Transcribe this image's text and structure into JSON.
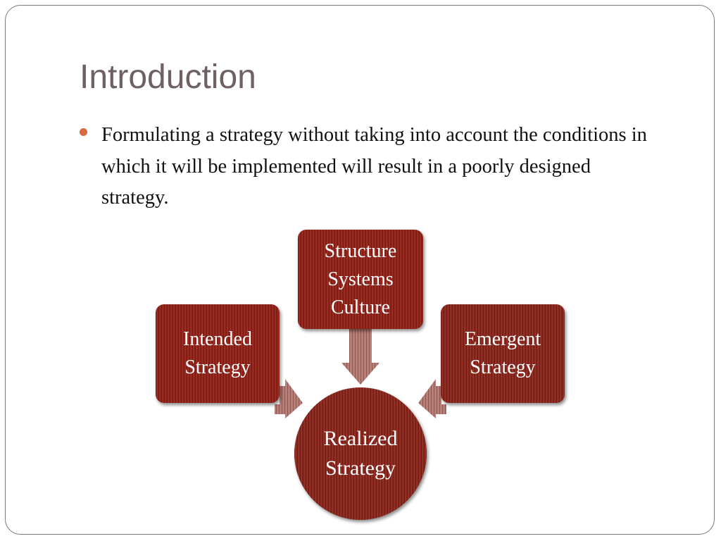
{
  "slide": {
    "title": "Introduction",
    "bullet": "Formulating a strategy without taking into account the conditions in which it will be implemented will result in a poorly designed strategy."
  },
  "diagram": {
    "intended": {
      "lines": [
        "Intended",
        "Strategy"
      ]
    },
    "structure": {
      "lines": [
        "Structure",
        "Systems",
        "Culture"
      ]
    },
    "emergent": {
      "lines": [
        "Emergent",
        "Strategy"
      ]
    },
    "realized": {
      "lines": [
        "Realized",
        "Strategy"
      ]
    }
  },
  "colors": {
    "shape_fill": "#8e2218",
    "arrow_fill": "#b57f7a",
    "bullet": "#d86a3e",
    "title": "#6f6061",
    "frame": "#7a7a7a"
  }
}
